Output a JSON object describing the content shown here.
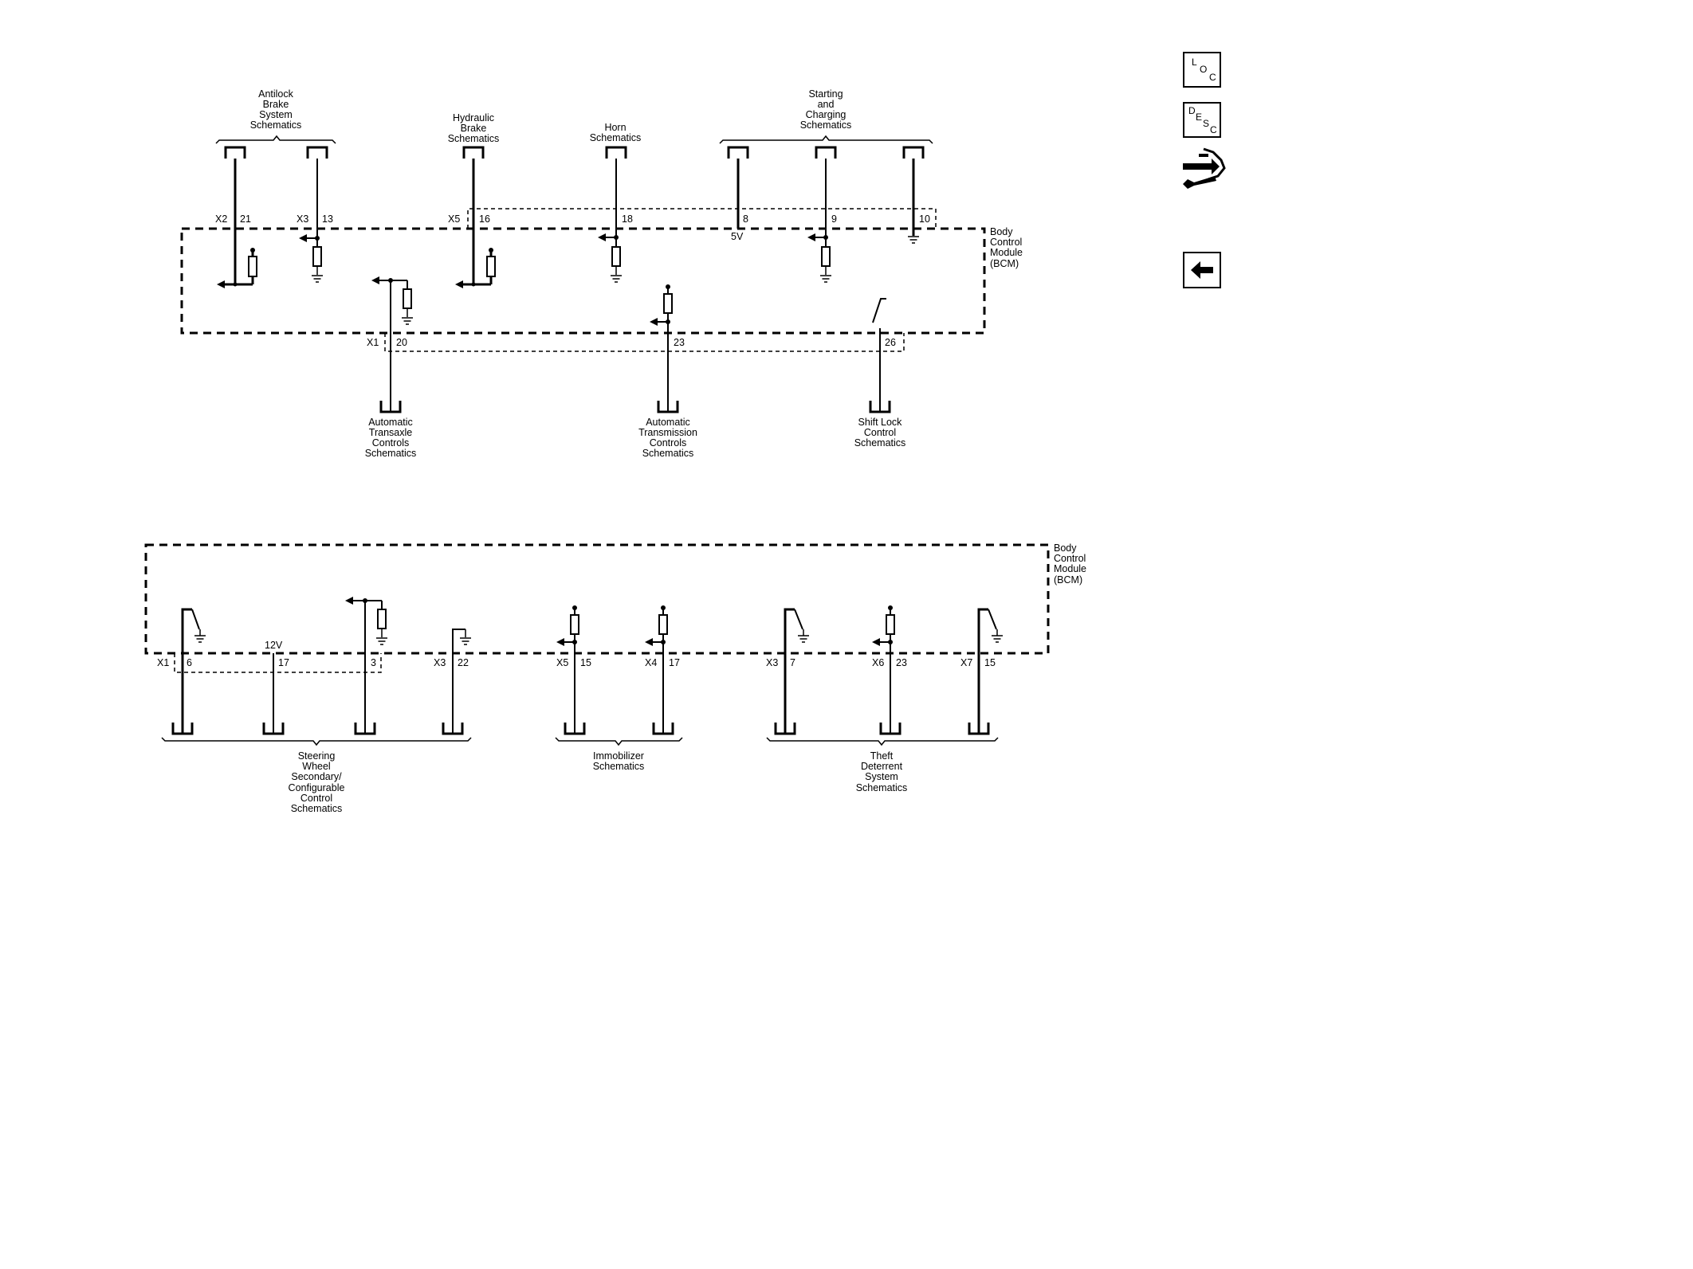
{
  "modules": {
    "bcm_label_top": [
      "Body",
      "Control",
      "Module",
      "(BCM)"
    ],
    "bcm_label_bottom": [
      "Body",
      "Control",
      "Module",
      "(BCM)"
    ]
  },
  "top_systems": {
    "antilock": [
      "Antilock",
      "Brake",
      "System",
      "Schematics"
    ],
    "hydraulic": [
      "Hydraulic",
      "Brake",
      "Schematics"
    ],
    "horn": [
      "Horn",
      "Schematics"
    ],
    "starting": [
      "Starting",
      "and",
      "Charging",
      "Schematics"
    ]
  },
  "middle_systems": {
    "transaxle": [
      "Automatic",
      "Transaxle",
      "Controls",
      "Schematics"
    ],
    "transmission": [
      "Automatic",
      "Transmission",
      "Controls",
      "Schematics"
    ],
    "shift_lock": [
      "Shift Lock",
      "Control",
      "Schematics"
    ]
  },
  "bottom_systems": {
    "steering": [
      "Steering",
      "Wheel",
      "Secondary/",
      "Configurable",
      "Control",
      "Schematics"
    ],
    "immobilizer": [
      "Immobilizer",
      "Schematics"
    ],
    "theft": [
      "Theft",
      "Deterrent",
      "System",
      "Schematics"
    ]
  },
  "top_pins": {
    "x2": "X2",
    "p21": "21",
    "x3": "X3",
    "p13": "13",
    "x5": "X5",
    "p16": "16",
    "p18": "18",
    "p8": "8",
    "p9": "9",
    "p10": "10",
    "v5": "5V"
  },
  "mid_pins": {
    "x1": "X1",
    "p20": "20",
    "p23": "23",
    "p26": "26"
  },
  "bottom_pins": {
    "x1": "X1",
    "p6": "6",
    "v12": "12V",
    "p17": "17",
    "p3": "3",
    "x3a": "X3",
    "p22": "22",
    "x5": "X5",
    "p15a": "15",
    "x4": "X4",
    "p17b": "17",
    "x3b": "X3",
    "p7": "7",
    "x6": "X6",
    "p23": "23",
    "x7": "X7",
    "p15b": "15"
  },
  "nav": {
    "loc": {
      "l1": "L",
      "l2": "O",
      "l3": "C"
    },
    "desc": {
      "l1": "D",
      "l2": "E",
      "l3": "S",
      "l4": "C"
    },
    "icons": [
      "loc-icon",
      "desc-icon",
      "connector-tool-icon",
      "back-arrow-icon"
    ]
  }
}
